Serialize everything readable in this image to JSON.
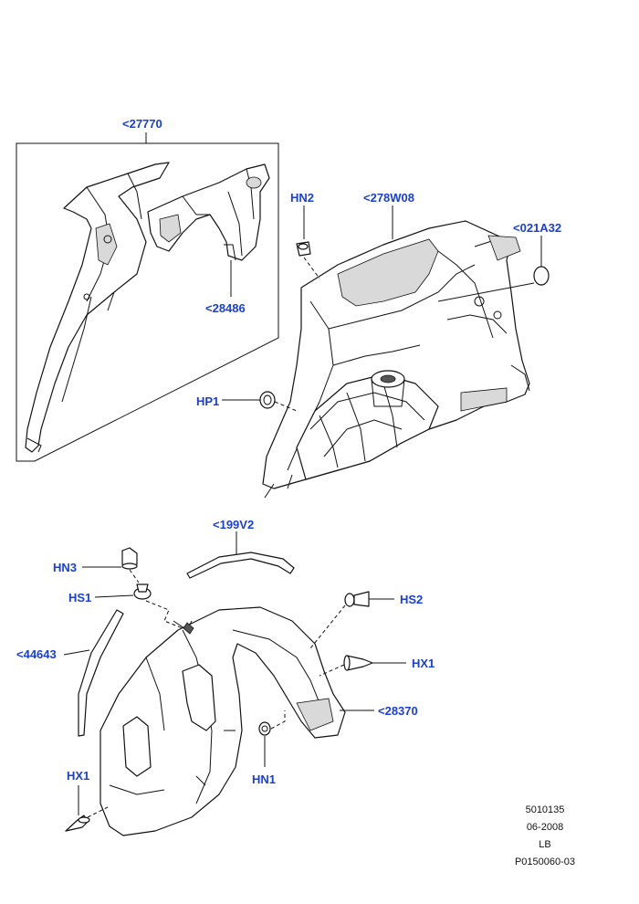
{
  "colors": {
    "callout": "#1a3fd6",
    "line": "#111111",
    "background": "#ffffff"
  },
  "callouts": {
    "c27770": "<27770",
    "c28486": "<28486",
    "hn2": "HN2",
    "c278w08": "<278W08",
    "c021a32": "<021A32",
    "hp1": "HP1",
    "c199v2": "<199V2",
    "hn3": "HN3",
    "hs1": "HS1",
    "hs2": "HS2",
    "c44643": "<44643",
    "hx1_right": "HX1",
    "c28370": "<28370",
    "hx1_left": "HX1",
    "hn1": "HN1"
  },
  "info_block": {
    "line1": "5010135",
    "line2": "06-2008",
    "line3": "LB",
    "line4": "P0150060-03"
  }
}
